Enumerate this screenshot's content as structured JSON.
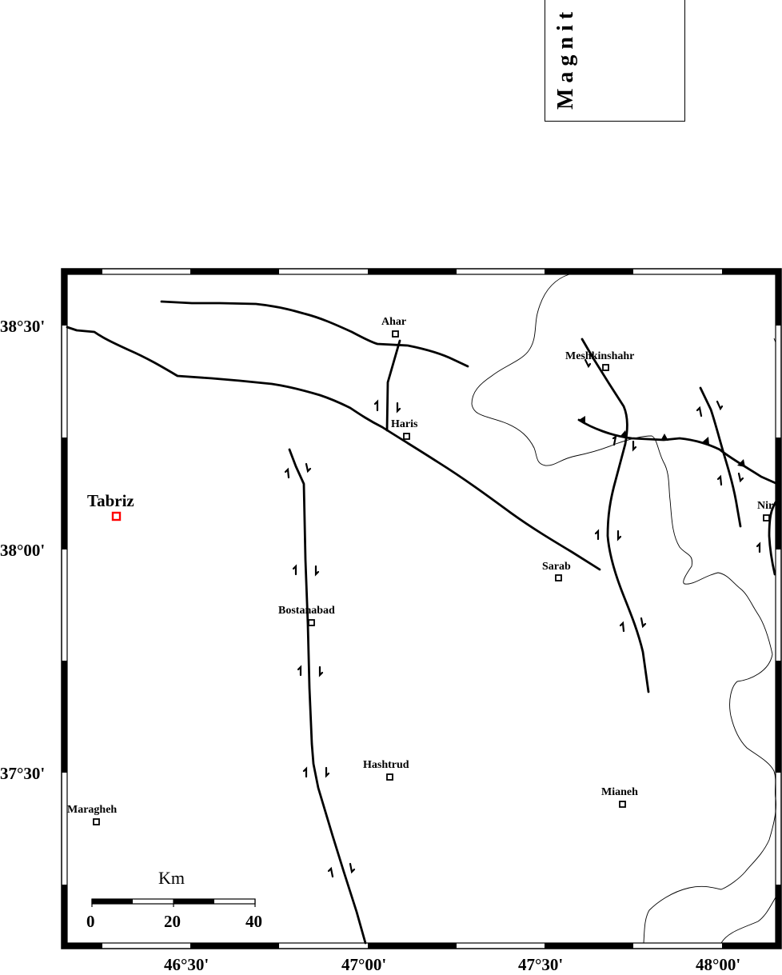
{
  "legend": {
    "title": "Magnit"
  },
  "frame": {
    "lat_labels": [
      "38°30'",
      "38°00'",
      "37°30'"
    ],
    "lon_labels": [
      "46°30'",
      "47°00'",
      "47°30'",
      "48°00'"
    ]
  },
  "capital": {
    "name": "Tabriz",
    "color": "#ff0000"
  },
  "cities": [
    {
      "name": "Ahar"
    },
    {
      "name": "Meshkinshahr"
    },
    {
      "name": "Haris"
    },
    {
      "name": "Nir"
    },
    {
      "name": "Sarab"
    },
    {
      "name": "Bostanabad"
    },
    {
      "name": "Hashtrud"
    },
    {
      "name": "Mianeh"
    },
    {
      "name": "Maragheh"
    }
  ],
  "scale_bar": {
    "unit": "Km",
    "ticks": [
      "0",
      "20",
      "40"
    ]
  },
  "colors": {
    "fault": "#000000",
    "boundary": "#000000",
    "frame": "#000000"
  }
}
